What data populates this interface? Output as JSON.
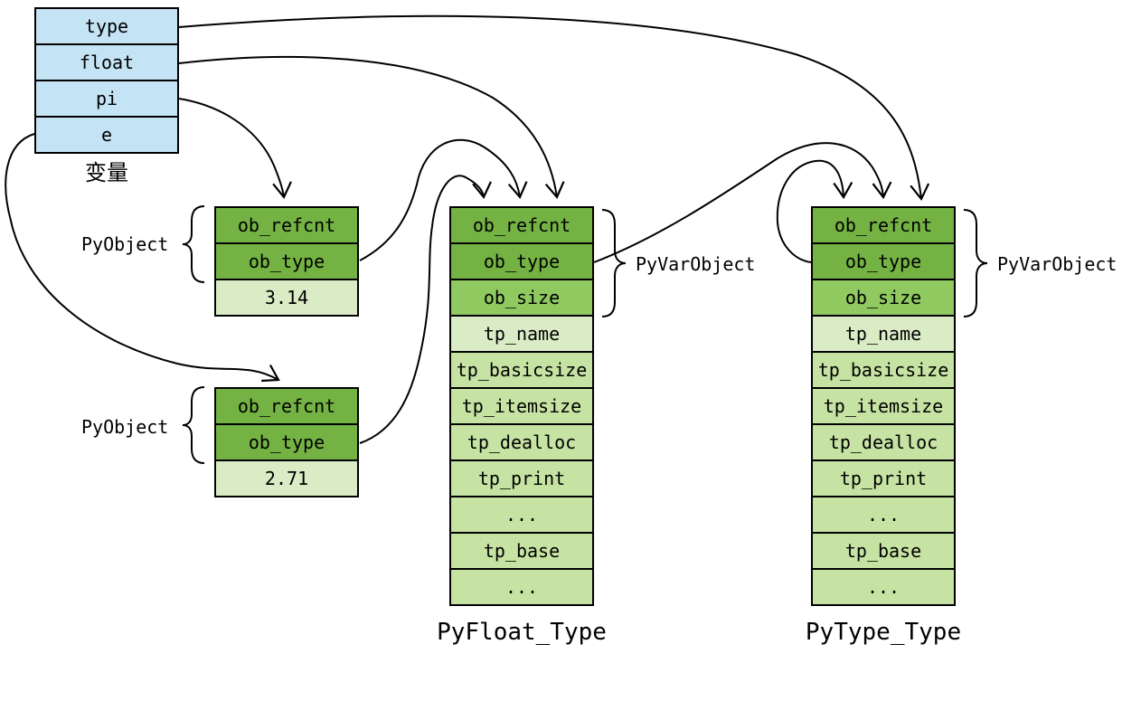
{
  "colors": {
    "box_blue": "#C4E3F4",
    "green_dark": "#74B343",
    "green_mid": "#8FC960",
    "green_light": "#C6E3A3",
    "green_pale": "#D9ECC5",
    "stroke": "#000000"
  },
  "variables_table": {
    "rows": [
      "type",
      "float",
      "pi",
      "e"
    ],
    "caption": "变量"
  },
  "py_object_blocks": [
    {
      "brace_label": "PyObject",
      "rows": [
        "ob_refcnt",
        "ob_type",
        "3.14"
      ]
    },
    {
      "brace_label": "PyObject",
      "rows": [
        "ob_refcnt",
        "ob_type",
        "2.71"
      ]
    }
  ],
  "type_tables": [
    {
      "name": "PyFloat_Type",
      "brace_label": "PyVarObject",
      "rows": [
        "ob_refcnt",
        "ob_type",
        "ob_size",
        "tp_name",
        "tp_basicsize",
        "tp_itemsize",
        "tp_dealloc",
        "tp_print",
        "...",
        "tp_base",
        "..."
      ]
    },
    {
      "name": "PyType_Type",
      "brace_label": "PyVarObject",
      "rows": [
        "ob_refcnt",
        "ob_type",
        "ob_size",
        "tp_name",
        "tp_basicsize",
        "tp_itemsize",
        "tp_dealloc",
        "tp_print",
        "...",
        "tp_base",
        "..."
      ]
    }
  ],
  "arrows": [
    {
      "from": "variable type",
      "to": "PyType_Type"
    },
    {
      "from": "variable float",
      "to": "PyFloat_Type"
    },
    {
      "from": "variable pi",
      "to": "float object 3.14"
    },
    {
      "from": "variable e",
      "to": "float object 2.71"
    },
    {
      "from": "3.14 ob_type",
      "to": "PyFloat_Type"
    },
    {
      "from": "2.71 ob_type",
      "to": "PyFloat_Type"
    },
    {
      "from": "PyFloat_Type ob_type",
      "to": "PyType_Type"
    },
    {
      "from": "PyType_Type ob_type",
      "to": "PyType_Type (self)"
    }
  ]
}
